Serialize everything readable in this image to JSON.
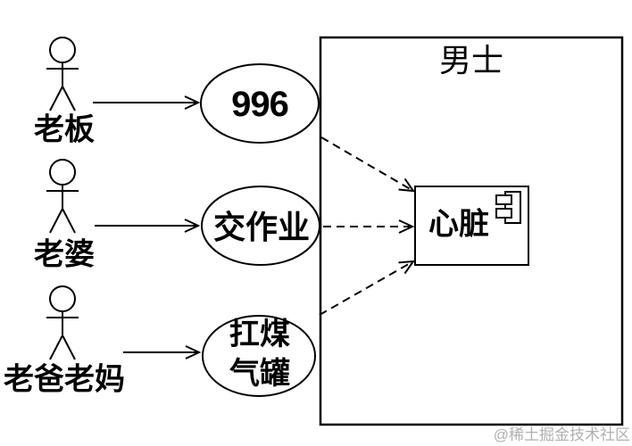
{
  "diagram": {
    "type": "uml-use-case-diagram",
    "actors": [
      {
        "label": "老板"
      },
      {
        "label": "老婆"
      },
      {
        "label": "老爸老妈"
      }
    ],
    "use_cases": [
      {
        "label": "996"
      },
      {
        "label": "交作业"
      },
      {
        "label": "扛煤\n气罐"
      }
    ],
    "system": {
      "title": "男士",
      "component": {
        "label": "心脏"
      }
    },
    "relations": [
      {
        "from": "老板",
        "to": "996",
        "style": "solid-arrow"
      },
      {
        "from": "老婆",
        "to": "交作业",
        "style": "solid-arrow"
      },
      {
        "from": "老爸老妈",
        "to": "扛煤气罐",
        "style": "solid-arrow"
      },
      {
        "from": "996",
        "to": "心脏",
        "style": "dashed-arrow"
      },
      {
        "from": "交作业",
        "to": "心脏",
        "style": "dashed-arrow"
      },
      {
        "from": "扛煤气罐",
        "to": "心脏",
        "style": "dashed-arrow"
      }
    ],
    "colors": {
      "line": "#000000",
      "background": "#ffffff"
    }
  },
  "watermark": {
    "text": "@稀土掘金技术社区",
    "color": "#b0b0b0"
  }
}
